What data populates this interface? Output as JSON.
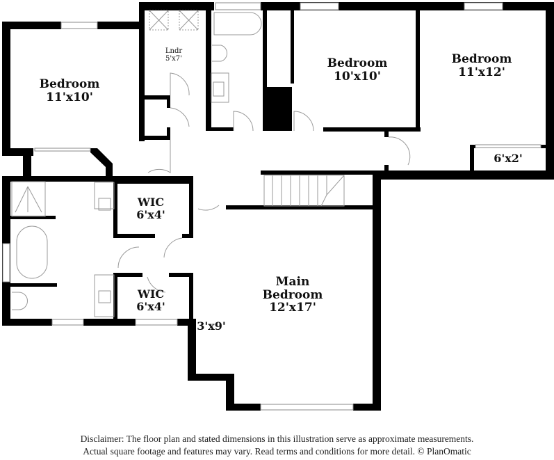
{
  "floor_plan": {
    "rooms": [
      {
        "id": "bedroom-1",
        "name": "Bedroom",
        "dimensions": "11'x10'"
      },
      {
        "id": "laundry",
        "name": "Lndr",
        "dimensions": "5'x7'"
      },
      {
        "id": "bedroom-2",
        "name": "Bedroom",
        "dimensions": "10'x10'"
      },
      {
        "id": "bedroom-3",
        "name": "Bedroom",
        "dimensions": "11'x12'"
      },
      {
        "id": "closet-1",
        "name": "",
        "dimensions": "6'x2'"
      },
      {
        "id": "wic-1",
        "name": "WIC",
        "dimensions": "6'x4'"
      },
      {
        "id": "wic-2",
        "name": "WIC",
        "dimensions": "6'x4'"
      },
      {
        "id": "main-bedroom",
        "name": "Main Bedroom",
        "name_line1": "Main",
        "name_line2": "Bedroom",
        "dimensions": "12'x17'"
      },
      {
        "id": "alcove",
        "name": "",
        "dimensions": "3'x9'"
      }
    ],
    "colors": {
      "wall": "#000000",
      "fixture": "#999999",
      "background": "#ffffff"
    }
  },
  "disclaimer": {
    "line1": "Disclaimer: The floor plan and stated dimensions in this illustration serve as approximate measurements.",
    "line2": "Actual square footage and features may vary. Read terms and conditions for more detail. © PlanOmatic"
  }
}
